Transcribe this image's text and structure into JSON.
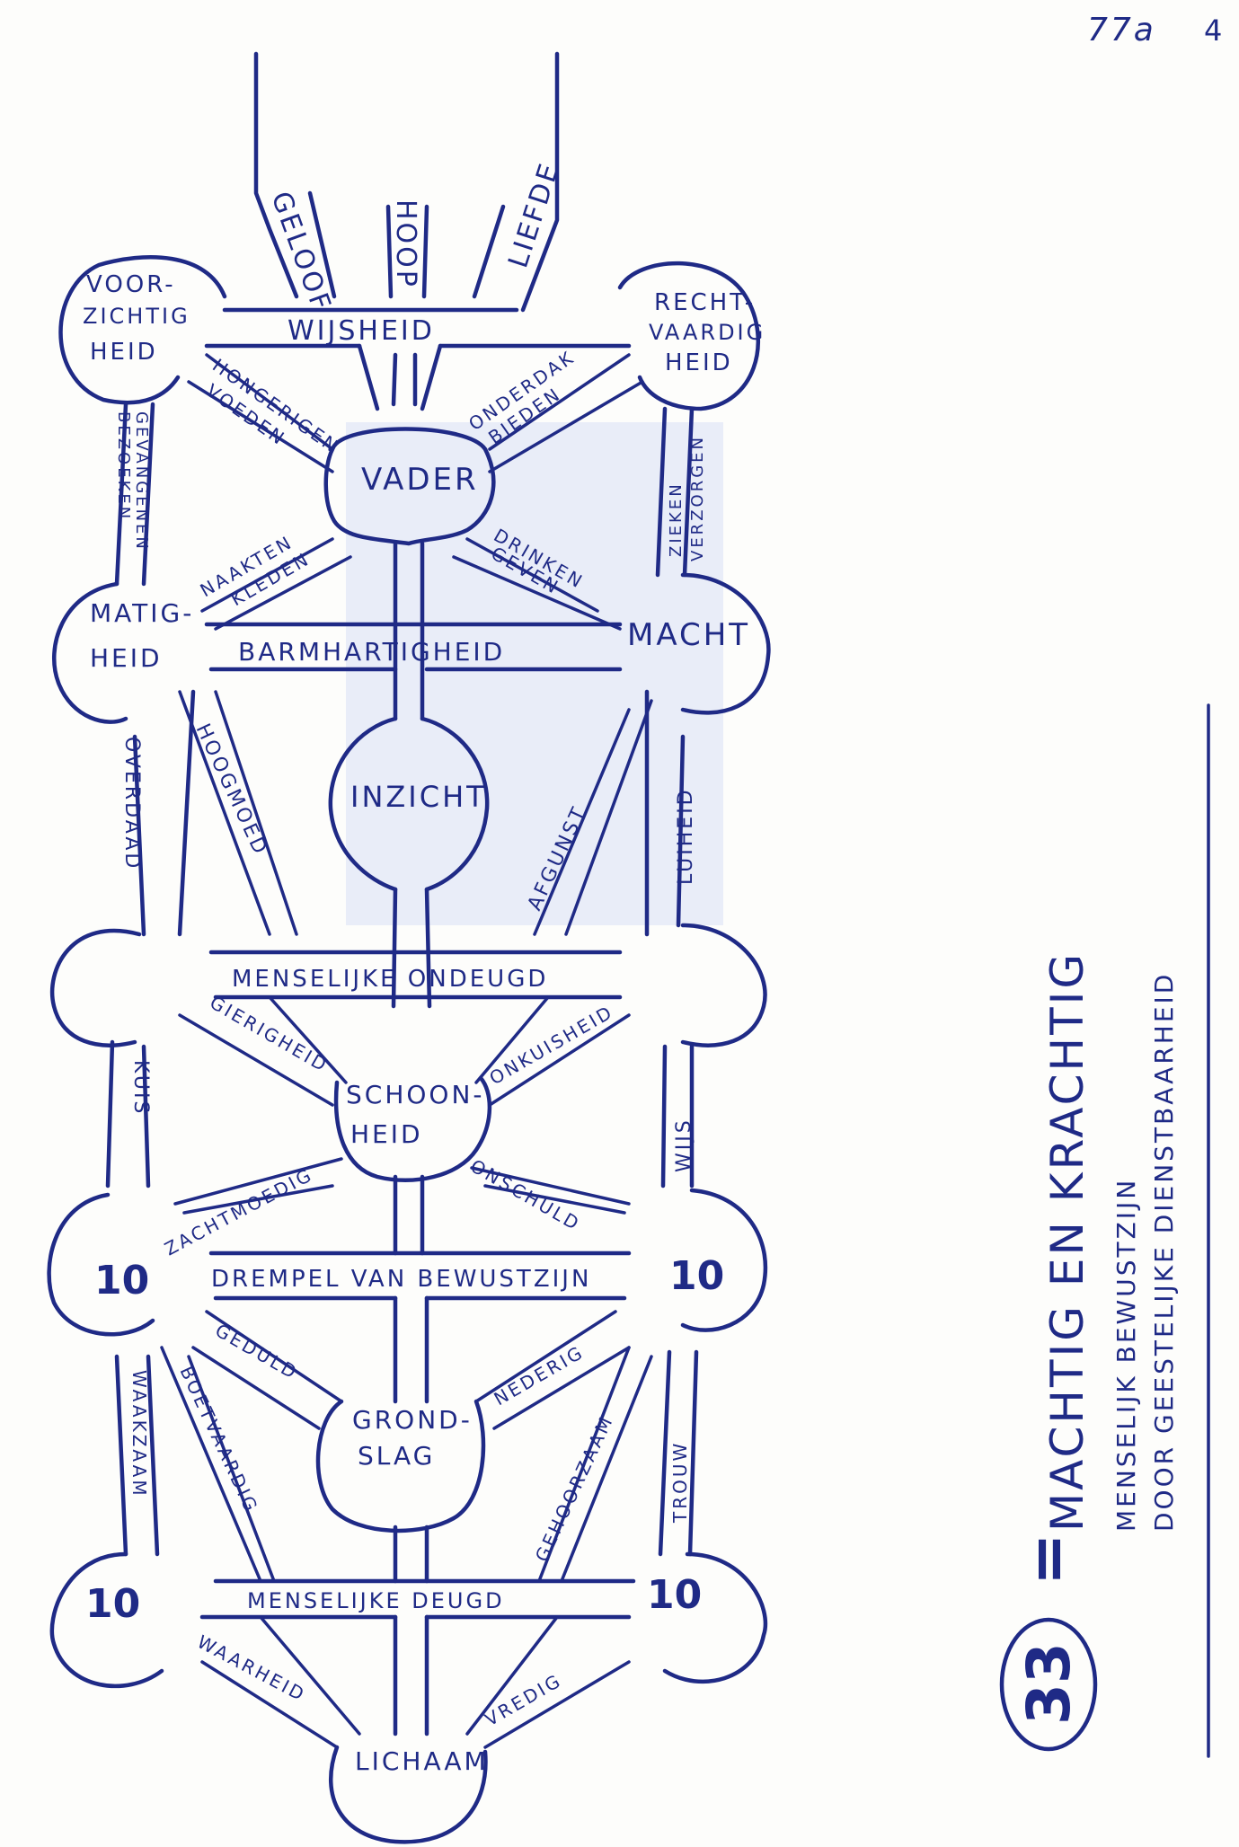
{
  "page_mark": {
    "left": "77a",
    "right": "4"
  },
  "paths_top": [
    "GELOOF",
    "HOOP",
    "LIEFDE"
  ],
  "nodes": {
    "voorzichtigheid": [
      "VOOR-",
      "ZICHTIG",
      "HEID"
    ],
    "rechtvaardigheid": [
      "RECHT-",
      "VAARDIG",
      "HEID"
    ],
    "vader": "VADER",
    "matigheid": [
      "MATIG-",
      "HEID"
    ],
    "macht": "MACHT",
    "inzicht": "INZICHT",
    "schoonheid": [
      "SCHOON-",
      "HEID"
    ],
    "grondslag": [
      "GROND-",
      "SLAG"
    ],
    "lichaam": "LICHAAM",
    "ten_mid_left": "10",
    "ten_mid_right": "10",
    "ten_low_left": "10",
    "ten_low_right": "10"
  },
  "bars": {
    "wijsheid": "WIJSHEID",
    "barmhartigheid": "BARMHARTIGHEID",
    "menselijke_ondeugd": "MENSELIJKE ONDEUGD",
    "drempel": "DREMPEL VAN BEWUSTZIJN",
    "menselijke_deugd": "MENSELIJKE DEUGD"
  },
  "paths": {
    "hongerigen": [
      "HONGERIGEN",
      "VOEDEN"
    ],
    "onderdak": [
      "ONDERDAK",
      "BIEDEN"
    ],
    "gevangenen": [
      "GEVANGENEN",
      "BEZOEKEN"
    ],
    "zieken": [
      "ZIEKEN",
      "VERZORGEN"
    ],
    "naakten": [
      "NAAKTEN",
      "KLEDEN"
    ],
    "drinken": [
      "DRINKEN",
      "GEVEN"
    ],
    "overdaad": "OVERDAAD",
    "hoogmoed": "HOOGMOED",
    "afgunst": "AFGUNST",
    "luiheid": "LUIHEID",
    "gierigheid": "GIERIGHEID",
    "onkuisheid": "ONKUISHEID",
    "kuis": "KUIS",
    "wijs": "WIJS",
    "zachtmoedig": "ZACHTMOEDIG",
    "onschuld": "ONSCHULD",
    "geduld": "GEDULD",
    "nederig": "NEDERIG",
    "waakzaam": "WAAKZAAM",
    "boetvaardig": "BOETVAARDIG",
    "gehoorzaam": "GEHOORZAAM",
    "trouw": "TROUW",
    "waarheid": "WAARHEID",
    "vredig": "VREDIG"
  },
  "caption": {
    "number": "33",
    "equals": "=",
    "line1": "MACHTIG EN KRACHTIG",
    "line2": "MENSELIJK BEWUSTZIJN",
    "line3": "DOOR GEESTELIJKE DIENSTBAARHEID"
  }
}
